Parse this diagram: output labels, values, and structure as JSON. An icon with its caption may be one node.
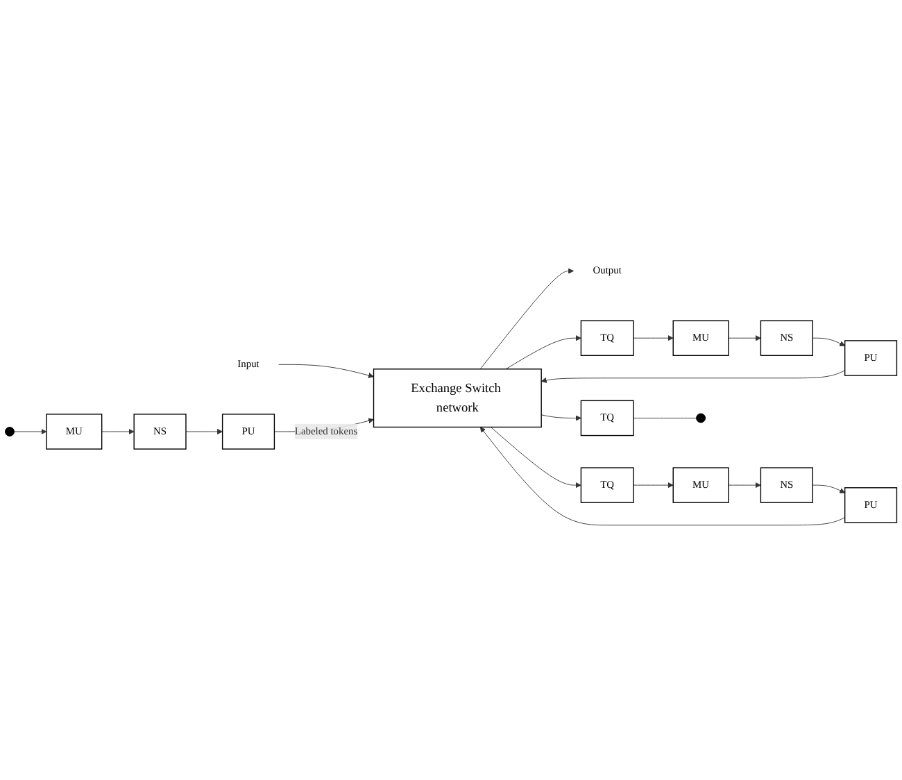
{
  "diagram": {
    "nodes": [
      {
        "text": [
          "Input"
        ]
      },
      {
        "text": [
          "Exchange Switch network"
        ]
      },
      {
        "text": [
          "Output"
        ]
      },
      {
        "text": [
          "TQ"
        ]
      },
      {
        "text": [
          "TQ"
        ]
      },
      {
        "text": [
          "TQ"
        ]
      },
      {
        "text": [
          "PU"
        ]
      },
      {
        "text": [
          "NS"
        ]
      },
      {
        "text": [
          "MU"
        ]
      },
      {
        "text": [
          "PU"
        ]
      },
      {
        "text": [
          "NS"
        ]
      },
      {
        "text": [
          "MU"
        ]
      },
      {
        "text": [
          "PU"
        ]
      },
      {
        "text": [
          "NS"
        ]
      },
      {
        "text": [
          "MU"
        ]
      }
    ],
    "edges": [
      {
        "from": 0,
        "to": 1,
        "arrow": "to"
      },
      {
        "from": 1,
        "to": 2,
        "arrow": "to"
      },
      {
        "from": 1,
        "to": 3,
        "arrow": "to"
      },
      {
        "from": 1,
        "to": 4,
        "arrow": "to"
      },
      {
        "from": 1,
        "to": 5,
        "arrow": "to"
      },
      {
        "from": 3,
        "to": null,
        "arrow": "none"
      },
      {
        "from": 4,
        "to": 11,
        "arrow": "to"
      },
      {
        "from": 5,
        "to": 8,
        "arrow": "to"
      },
      {
        "from": 8,
        "to": 7,
        "arrow": "to"
      },
      {
        "from": 7,
        "to": 6,
        "arrow": "to"
      },
      {
        "from": 6,
        "to": 1,
        "arrow": "to"
      },
      {
        "from": 11,
        "to": 10,
        "arrow": "to"
      },
      {
        "from": 10,
        "to": 9,
        "arrow": "to"
      },
      {
        "from": 9,
        "to": 1,
        "arrow": "to"
      },
      {
        "from": null,
        "to": 14,
        "arrow": "to"
      },
      {
        "from": 14,
        "to": 13,
        "arrow": "to"
      },
      {
        "from": 13,
        "to": 12,
        "arrow": "to"
      },
      {
        "from": 12,
        "to": 1,
        "arrow": "to",
        "label": "Labeled tokens"
      }
    ]
  }
}
